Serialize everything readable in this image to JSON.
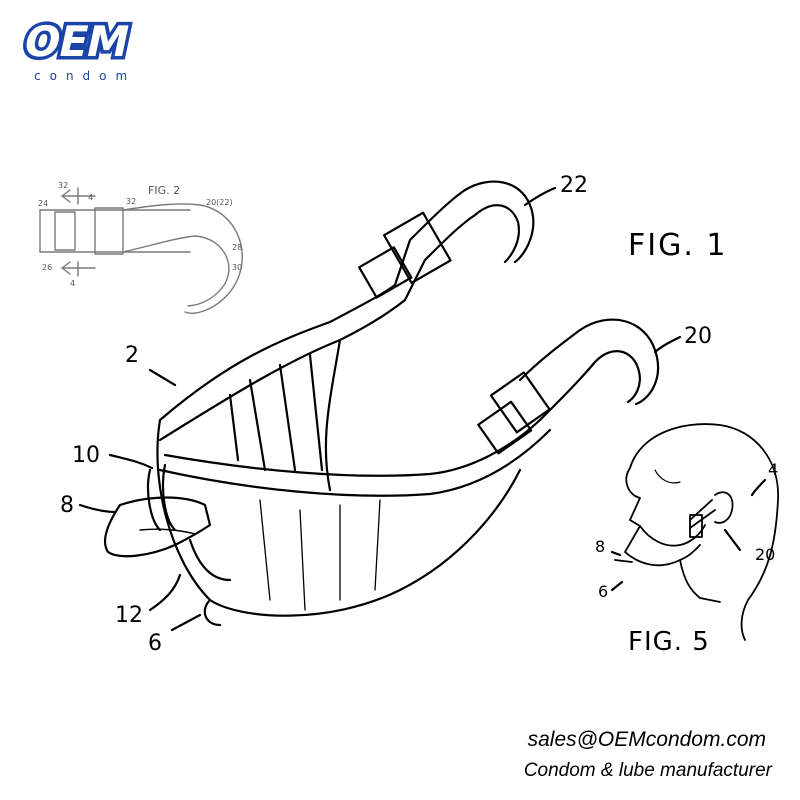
{
  "logo": {
    "wordmark": "OEM",
    "subword": "condom",
    "color": "#1b44a8"
  },
  "figure_labels": {
    "fig1": "FIG. 1",
    "fig2": "FIG. 2",
    "fig5": "FIG. 5"
  },
  "reference_numerals": {
    "n2": "2",
    "n4": "4",
    "n6_main": "6",
    "n6_face": "6",
    "n8_main": "8",
    "n8_face": "8",
    "n10": "10",
    "n12": "12",
    "n20_main": "20",
    "n20_face": "20",
    "n22": "22",
    "f2_32a": "32",
    "f2_32b": "32",
    "f2_24": "24",
    "f2_26": "26",
    "f2_4a": "4",
    "f2_4b": "4",
    "f2_2022": "20(22)",
    "f2_28": "28",
    "f2_30": "30"
  },
  "footer": {
    "email": "sales@OEMcondom.com",
    "tagline": "Condom & lube manufacturer"
  }
}
